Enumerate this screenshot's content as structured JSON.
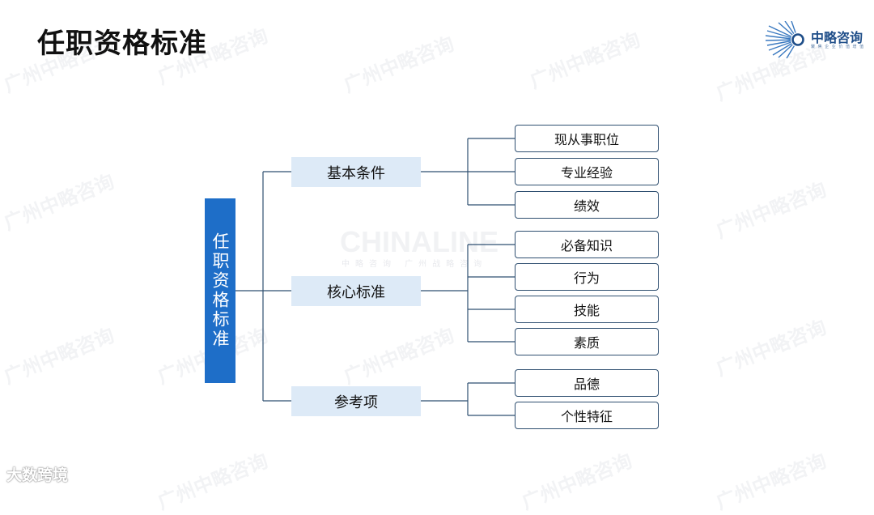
{
  "title": "任职资格标准",
  "logo": {
    "name": "中略咨询",
    "tagline": "聚 焦 企 业 价 值 增 值",
    "icon": "sunburst-circle-icon"
  },
  "watermark": {
    "cn": "广州中略咨询",
    "en": "CHINALINE",
    "sub": "中略咨询 广州战略咨询"
  },
  "diagram": {
    "root": "任职资格标准",
    "branches": [
      {
        "label": "基本条件",
        "children": [
          "现从事职位",
          "专业经验",
          "绩效"
        ]
      },
      {
        "label": "核心标准",
        "children": [
          "必备知识",
          "行为",
          "技能",
          "素质"
        ]
      },
      {
        "label": "参考项",
        "children": [
          "品德",
          "个性特征"
        ]
      }
    ]
  },
  "footer": {
    "brand": "大数跨境"
  },
  "colors": {
    "root_fill": "#1e6ec8",
    "mid_fill": "#ddeaf7",
    "leaf_border": "#2f4f70",
    "line": "#2f4f70"
  }
}
